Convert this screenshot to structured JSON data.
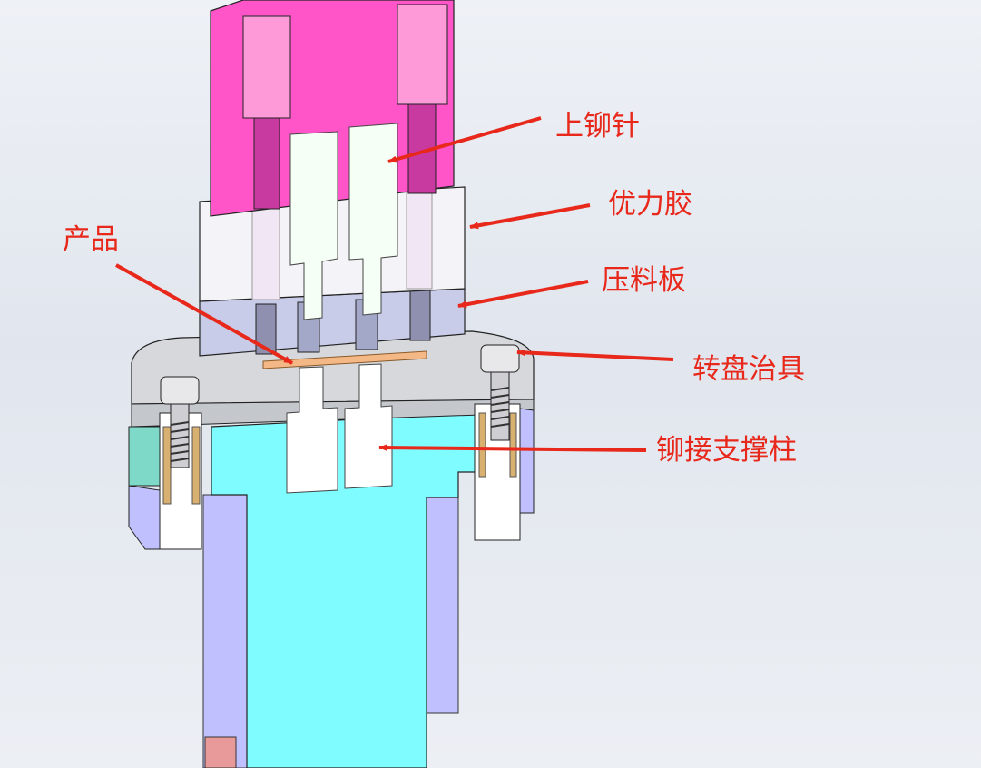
{
  "labels": {
    "upper_rivet_pin": "上铆针",
    "urethane": "优力胶",
    "press_plate": "压料板",
    "product": "产品",
    "turntable_fixture": "转盘治具",
    "rivet_support_column": "铆接支撑柱"
  },
  "colors": {
    "label_red": "#e8281b",
    "magenta_block": "#ff55c8",
    "white_block": "#f4f4f8",
    "lavender_plate": "#c8cce8",
    "product_orange": "#f3b886",
    "fixture_gray": "#d4d6da",
    "cyan_column": "#7ffcff",
    "periwinkle": "#c0c0ff",
    "pin_white": "#f6fff6"
  },
  "icons": [
    "toolbar-icon",
    "toolbar-icon",
    "toolbar-icon",
    "toolbar-icon",
    "toolbar-icon"
  ]
}
